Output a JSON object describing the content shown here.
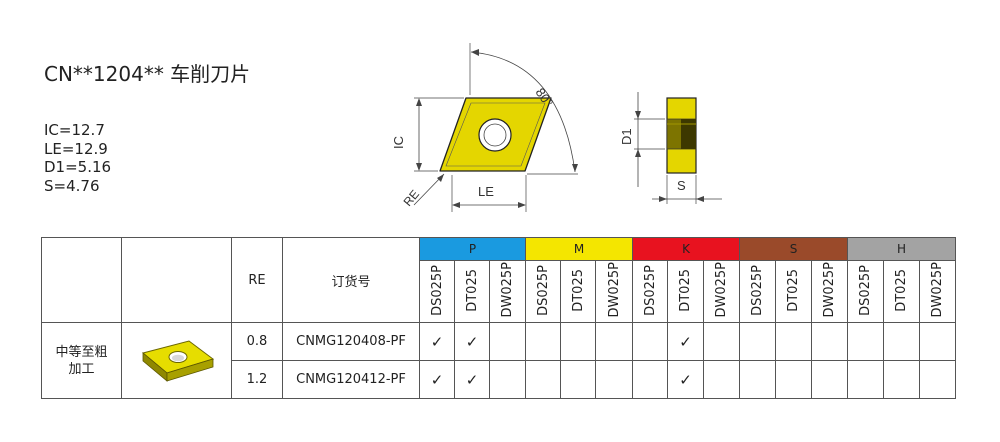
{
  "title": "CN**1204** 车削刀片",
  "specs": [
    "IC=12.7",
    "LE=12.9",
    "D1=5.16",
    "S=4.76"
  ],
  "drawing": {
    "angle_label": "80°",
    "ic_label": "IC",
    "re_label": "RE",
    "le_label": "LE",
    "d1_label": "D1",
    "s_label": "S",
    "insert_color": "#e4d600"
  },
  "table": {
    "col_re": "RE",
    "col_order": "订货号",
    "groups": [
      {
        "label": "P",
        "color": "#1a9ae0"
      },
      {
        "label": "M",
        "color": "#f4e600"
      },
      {
        "label": "K",
        "color": "#e8121f"
      },
      {
        "label": "S",
        "color": "#9a4a2a"
      },
      {
        "label": "H",
        "color": "#a3a3a3"
      }
    ],
    "grades": [
      "DS025P",
      "DT025",
      "DW025P"
    ],
    "application": "中等至粗加工",
    "rows": [
      {
        "re": "0.8",
        "code": "CNMG120408-PF",
        "checks": [
          "✓",
          "✓",
          "",
          "",
          "",
          "",
          "",
          "✓",
          "",
          "",
          "",
          "",
          "",
          "",
          ""
        ]
      },
      {
        "re": "1.2",
        "code": "CNMG120412-PF",
        "checks": [
          "✓",
          "✓",
          "",
          "",
          "",
          "",
          "",
          "✓",
          "",
          "",
          "",
          "",
          "",
          "",
          ""
        ]
      }
    ]
  }
}
